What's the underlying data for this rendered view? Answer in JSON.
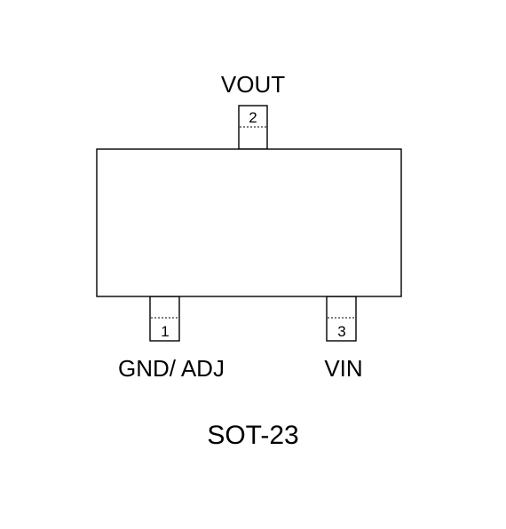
{
  "package": {
    "name": "SOT-23"
  },
  "pins": [
    {
      "number": "1",
      "label": "GND/ ADJ"
    },
    {
      "number": "2",
      "label": "VOUT"
    },
    {
      "number": "3",
      "label": "VIN"
    }
  ],
  "colors": {
    "stroke": "#000000",
    "background": "#ffffff"
  }
}
